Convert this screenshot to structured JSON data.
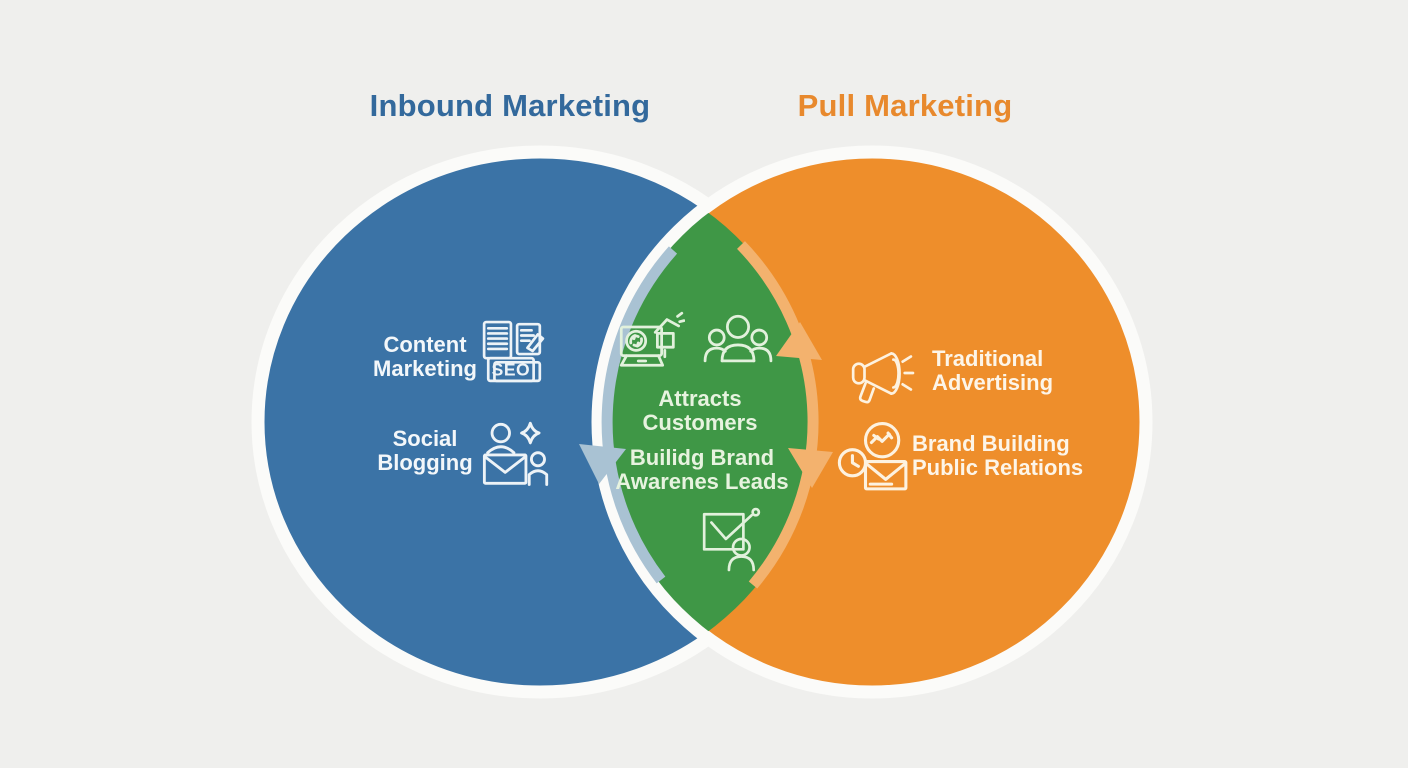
{
  "canvas": {
    "background_color": "#efefed"
  },
  "header": {
    "left_title": "Inbound Marketing",
    "left_title_color": "#33699c",
    "right_title": "Pull Marketing",
    "right_title_color": "#e8892d"
  },
  "venn": {
    "left_circle": {
      "color": "#3b73a6",
      "halo_color": "#fbfbf9",
      "items": [
        {
          "icon": "seo-documents-icon",
          "badge": "SEO",
          "line1": "Content",
          "line2": "Marketing"
        },
        {
          "icon": "social-blogging-icon",
          "line1": "Social",
          "line2": "Blogging"
        }
      ]
    },
    "overlap": {
      "color": "#3f9746",
      "icons": [
        "laptop-campaign-icon",
        "audience-group-icon",
        "growth-presentation-icon"
      ],
      "text_block_1": {
        "line1": "Attracts",
        "line2": "Customers"
      },
      "text_block_2": {
        "line1": "Builidg Brand",
        "line2": "Awarenes Leads"
      }
    },
    "right_circle": {
      "color": "#ee8e2b",
      "halo_color": "#fbfbf9",
      "items": [
        {
          "icon": "megaphone-icon",
          "line1": "Traditional",
          "line2": "Advertising"
        },
        {
          "icon": "pr-clock-mail-icon",
          "line1": "Brand Building",
          "line2": "Public Relations"
        }
      ]
    },
    "arrows": {
      "left_band_color": "#a9c2d3",
      "right_band_color": "#f3b26e"
    }
  }
}
